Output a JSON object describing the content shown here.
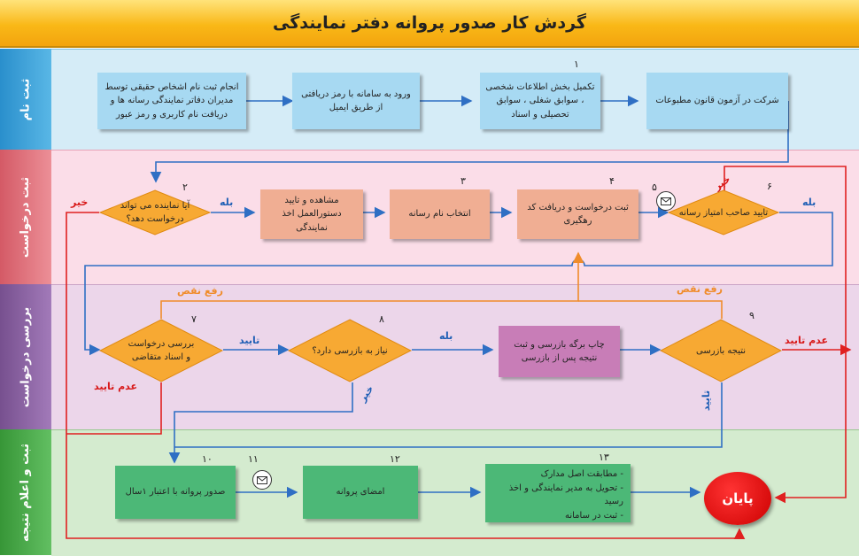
{
  "title": "گردش کار صدور پروانه دفتر نمایندگی",
  "lanes": [
    {
      "label": "ثبت نام"
    },
    {
      "label": "ثبت درخواست"
    },
    {
      "label": "بررسی درخواست"
    },
    {
      "label": "ثبت و اعلام نتیجه"
    }
  ],
  "nodes": {
    "n_reg1": "انجام ثبت نام اشخاص حقیقی توسط مدیران دفاتر نمایندگی رسانه ها و دریافت نام کاربری و رمز عبور",
    "n_reg2": "ورود به سامانه با رمز دریافتی از طریق ایمیل",
    "n_reg3": "تکمیل بخش اطلاعات شخصی ، سوابق شغلی ، سوابق تحصیلی و اسناد",
    "n_reg4": "شرکت در آزمون قانون مطبوعات",
    "n_d2": "آیا نماینده می تواند درخواست دهد؟",
    "n_view": "مشاهده و تایید دستورالعمل اخذ نمایندگی",
    "n_select": "انتخاب نام رسانه",
    "n_submit": "ثبت درخواست و دریافت کد رهگیری",
    "n_d6": "تایید صاحب امتیاز رسانه",
    "n_d7": "بررسی درخواست و اسناد متقاضی",
    "n_d8": "نیاز به بازرسی دارد؟",
    "n_print": "چاپ برگه بازرسی و ثبت نتیجه پس از بازرسی",
    "n_d9": "نتیجه بازرسی",
    "n_issue": "صدور پروانه با اعتبار ۱سال",
    "n_sign": "امضای پروانه",
    "n_final": [
      "مطابقت اصل مدارک",
      "تحویل به مدیر نمایندگی و اخذ رسید",
      "ثبت در سامانه"
    ],
    "n_end": "پایان"
  },
  "numbers": {
    "n1": "۱",
    "n2": "۲",
    "n3": "۳",
    "n4": "۴",
    "n5": "۵",
    "n6": "۶",
    "n7": "۷",
    "n8": "۸",
    "n9": "۹",
    "n10": "۱۰",
    "n11": "۱۱",
    "n12": "۱۲",
    "n13": "۱۳"
  },
  "edge_labels": {
    "yes": "بله",
    "no": "خیر",
    "approve": "تایید",
    "reject": "عدم تایید",
    "fix": "رفع نقص"
  },
  "colors": {
    "lane1_bg": "#d5ecf7",
    "lane1_head": "#3a9fd6",
    "lane2_bg": "#fbdde8",
    "lane2_head": "#e0707a",
    "lane3_bg": "#ecd6ea",
    "lane3_head": "#8a5ea4",
    "lane4_bg": "#d4ebcf",
    "lane4_head": "#4aa84a",
    "process_blue": "#a7d9f2",
    "process_salmon": "#f0ae93",
    "process_purple": "#c87db7",
    "process_green": "#4cb877",
    "decision": "#f7a933",
    "end": "#dd1111",
    "line_blue": "#2f6fc4",
    "line_red": "#e02020",
    "line_orange": "#f08c2a"
  }
}
